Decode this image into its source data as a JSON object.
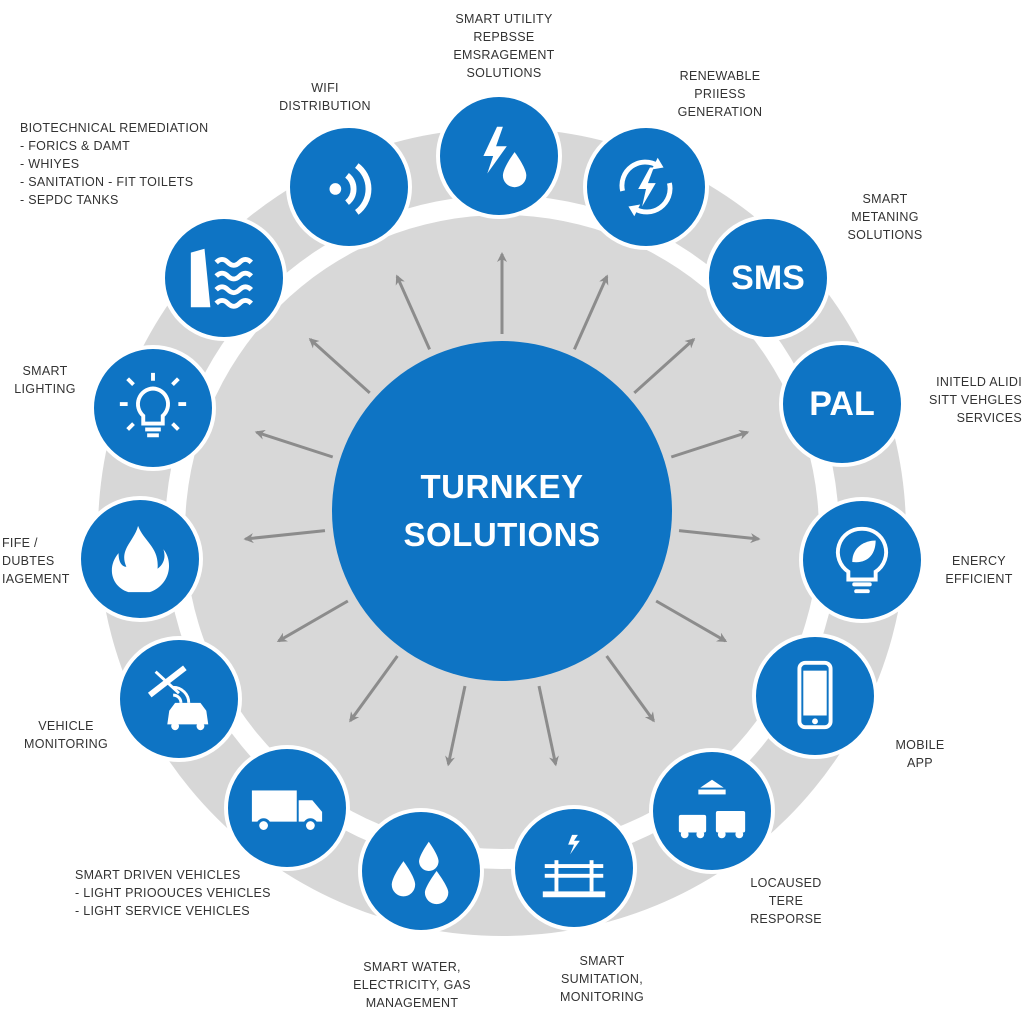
{
  "center": {
    "line1": "TURNKEY",
    "line2": "SOLUTIONS"
  },
  "colors": {
    "primary": "#0e74c4",
    "ring": "#d7d7d7",
    "arrow": "#8c8c8c",
    "text": "#333333"
  },
  "nodes": [
    {
      "icon": "lightning-water-drop-icon",
      "label": "SMART UTILITY\nREPBSSE\nEMSRAGEMENT\nSOLUTIONS"
    },
    {
      "icon": "recycle-lightning-icon",
      "label": "RENEWABLE\nPRIIESS\nGENERATION"
    },
    {
      "icon": "text",
      "text": "SMS",
      "label": "SMART\nMETANING\nSOLUTIONS"
    },
    {
      "icon": "text",
      "text": "PAL",
      "label": "INITELD ALIDI\nSITT VEHGLES\nSERVICES"
    },
    {
      "icon": "lightbulb-leaf-icon",
      "label": "ENERCY\nEFFICIENT"
    },
    {
      "icon": "smartphone-icon",
      "label": "MOBILE\nAPP"
    },
    {
      "icon": "emergency-vehicles-icon",
      "label": "LOCAUSED\nTERE\nRESPORSE"
    },
    {
      "icon": "power-grid-icon",
      "label": "SMART\nSUMITATION,\nMONITORING"
    },
    {
      "icon": "water-drops-icon",
      "label": "SMART WATER,\nELECTRICITY, GAS\nMANAGEMENT"
    },
    {
      "icon": "delivery-truck-icon",
      "label": "SMART DRIVEN VEHICLES\n- LIGHT PRIOOUCES VEHICLES\n- LIGHT SERVICE VEHICLES"
    },
    {
      "icon": "car-monitoring-icon",
      "label": "VEHICLE\nMONITORING"
    },
    {
      "icon": "fire-icon",
      "label": "FIFE /\nDUBTES\nIAGEMENT"
    },
    {
      "icon": "lightbulb-icon",
      "label": "SMART\nLIGHTING"
    },
    {
      "icon": "factory-water-icon",
      "label": "BIOTECHNICAL REMEDIATION\n- FORICS & DAMT\n- WHIYES\n- SANITATION - FIT TOILETS\n- SEPDC TANKS"
    },
    {
      "icon": "wifi-icon",
      "label": "WIFI\nDISTRIBUTION"
    }
  ]
}
